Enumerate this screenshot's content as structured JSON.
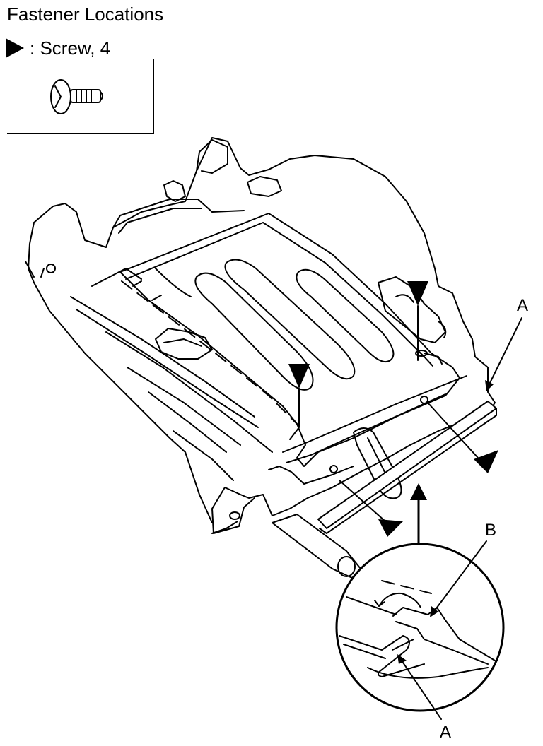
{
  "header": {
    "title": "Fastener Locations"
  },
  "legend": {
    "screw_label": ": Screw, 4"
  },
  "callouts": {
    "a_top": "A",
    "b_detail": "B",
    "a_detail": "A"
  }
}
